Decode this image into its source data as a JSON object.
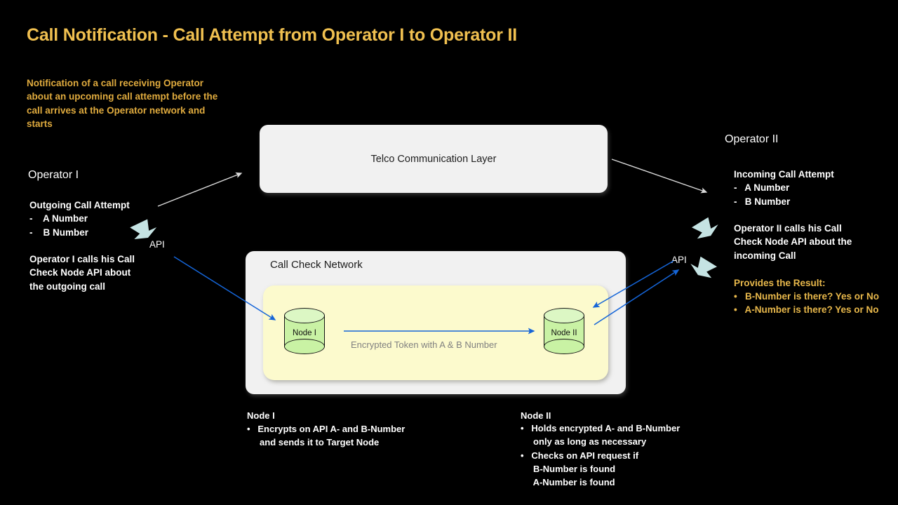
{
  "title": "Call Notification - Call Attempt from Operator I to Operator II",
  "subtitle": "Notification of a call receiving Operator about an upcoming call attempt before the call arrives at the Operator network and starts",
  "colors": {
    "background": "#000000",
    "title_amber": "#f0c050",
    "subtitle_amber": "#e0ab3e",
    "result_amber": "#e8b84b",
    "box_grey": "#f1f1f1",
    "inner_yellow": "#fcfacd",
    "node_green": "#c9f2a4",
    "arrow_blue": "#1565d8",
    "arrow_white": "#d9d9d9",
    "chevron_cyan": "#c5e3e3",
    "token_grey": "#808080"
  },
  "operator_left": {
    "heading": "Operator I",
    "call_attempt": "Outgoing Call Attempt\n-    A Number\n-    B Number",
    "api_label": "API",
    "api_description": "Operator I calls his Call\nCheck Node API about\nthe outgoing call"
  },
  "operator_right": {
    "heading": "Operator II",
    "call_attempt": "Incoming Call Attempt\n-   A Number\n-   B Number",
    "api_label": "API",
    "api_description": "Operator II calls his Call\nCheck Node API about the\nincoming Call",
    "result_heading": "Provides the Result:",
    "results": "•   B-Number is there? Yes or No\n•   A-Number is there? Yes or No"
  },
  "telco": {
    "label": "Telco Communication Layer"
  },
  "call_check_network": {
    "title": "Call Check Network",
    "node1_label": "Node I",
    "node2_label": "Node II",
    "token_label": "Encrypted Token with A & B Number"
  },
  "node_captions": {
    "node1_title": "Node I",
    "node1_body": "•   Encrypts on API A- and B-Number\n     and sends it to Target Node",
    "node2_title": "Node II",
    "node2_body": "•   Holds encrypted A- and B-Number\n     only as long as necessary\n•   Checks on API request if\n     B-Number is found\n     A-Number is found"
  }
}
